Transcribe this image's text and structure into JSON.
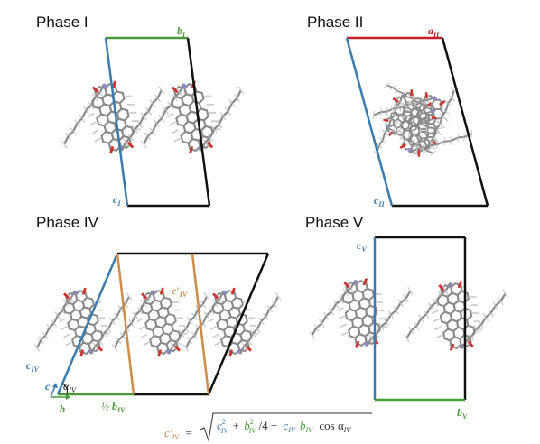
{
  "panels": [
    {
      "title": "Phase I",
      "labels": {
        "b": "b",
        "b_sub": "I",
        "c": "c",
        "c_sub": "I"
      }
    },
    {
      "title": "Phase II",
      "labels": {
        "a": "a",
        "a_sub": "II",
        "c": "c",
        "c_sub": "II"
      }
    },
    {
      "title": "Phase IV",
      "labels": {
        "c": "c",
        "c_sub": "IV",
        "cprime": "c′",
        "cprime_sub": "IV",
        "alpha": "α",
        "alpha_sub": "IV",
        "half": "½",
        "b": "b",
        "b_sub": "IV",
        "axis_c": "c",
        "axis_b": "b"
      }
    },
    {
      "title": "Phase V",
      "labels": {
        "c": "c",
        "c_sub": "V",
        "b": "b",
        "b_sub": "V"
      }
    }
  ],
  "colors": {
    "a_axis": "#c8202a",
    "b_axis": "#4a9a3a",
    "c_axis": "#3a7ab0",
    "cprime": "#d08a4a",
    "cell": "#111111"
  },
  "formula": {
    "lhs": "c′",
    "lhs_sub": "IV",
    "eq": "=",
    "t1": "c",
    "t1_sup": "2",
    "t1_sub": "IV",
    "plus": "+",
    "t2": "b",
    "t2_sup": "2",
    "t2_sub": "IV",
    "div": "/4 −",
    "t3": "c",
    "t3_sub": "IV",
    "t4": "b",
    "t4_sub": "IV",
    "cos": "cos α",
    "cos_sub": "IV"
  }
}
